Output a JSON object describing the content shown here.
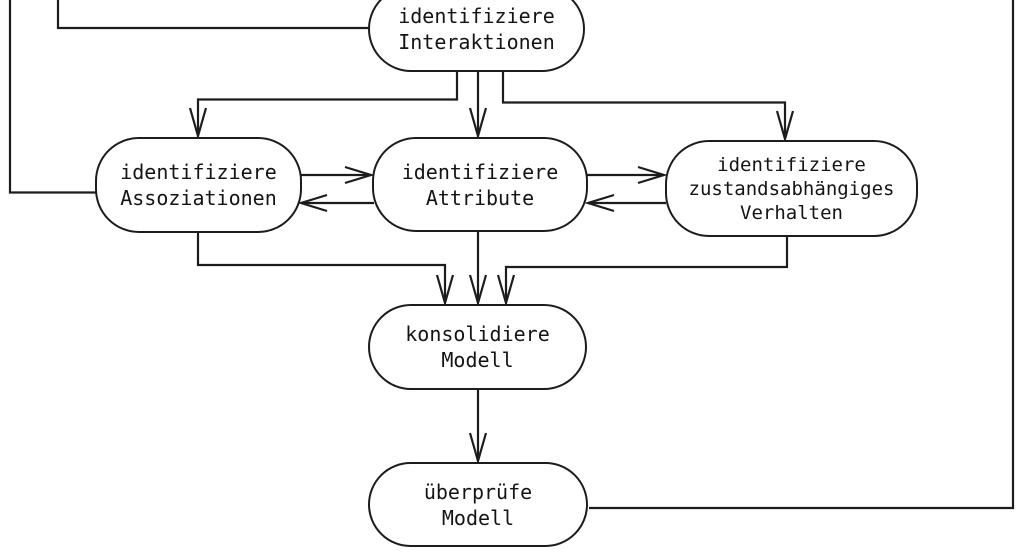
{
  "diagram": {
    "language": "de",
    "colors": {
      "background": "#ffffff",
      "line": "#1c1c1c",
      "node_fill": "#ffffff",
      "text": "#141414"
    },
    "nodes": {
      "interaktionen": {
        "lines": [
          "identifiziere",
          "Interaktionen"
        ]
      },
      "assoziationen": {
        "lines": [
          "identifiziere",
          "Assoziationen"
        ]
      },
      "attribute": {
        "lines": [
          "identifiziere",
          "Attribute"
        ]
      },
      "verhalten": {
        "lines": [
          "identifiziere",
          "zustandsabhängiges",
          "Verhalten"
        ]
      },
      "konsolidiere": {
        "lines": [
          "konsolidiere",
          "Modell"
        ]
      },
      "ueberpruefe": {
        "lines": [
          "überprüfe",
          "Modell"
        ]
      }
    },
    "edges": [
      {
        "from": "identifiziere Interaktionen",
        "to": "identifiziere Assoziationen",
        "type": "arrow"
      },
      {
        "from": "identifiziere Interaktionen",
        "to": "identifiziere Attribute",
        "type": "arrow"
      },
      {
        "from": "identifiziere Interaktionen",
        "to": "identifiziere zustandsabhängiges Verhalten",
        "type": "arrow"
      },
      {
        "from": "identifiziere Assoziationen",
        "to": "identifiziere Attribute",
        "type": "arrow"
      },
      {
        "from": "identifiziere Attribute",
        "to": "identifiziere Assoziationen",
        "type": "arrow"
      },
      {
        "from": "identifiziere Attribute",
        "to": "identifiziere zustandsabhängiges Verhalten",
        "type": "arrow"
      },
      {
        "from": "identifiziere zustandsabhängiges Verhalten",
        "to": "identifiziere Attribute",
        "type": "arrow"
      },
      {
        "from": "identifiziere Assoziationen",
        "to": "konsolidiere Modell",
        "type": "arrow"
      },
      {
        "from": "identifiziere Attribute",
        "to": "konsolidiere Modell",
        "type": "arrow"
      },
      {
        "from": "identifiziere zustandsabhängiges Verhalten",
        "to": "konsolidiere Modell",
        "type": "arrow"
      },
      {
        "from": "konsolidiere Modell",
        "to": "überprüfe Modell",
        "type": "arrow"
      },
      {
        "from": "identifiziere Interaktionen",
        "to": "clipped-at-top-edge",
        "type": "line"
      },
      {
        "from": "identifiziere Assoziationen",
        "to": "clipped-at-top-edge",
        "type": "line"
      },
      {
        "from": "überprüfe Modell",
        "to": "clipped-at-top-edge",
        "type": "line"
      }
    ]
  }
}
